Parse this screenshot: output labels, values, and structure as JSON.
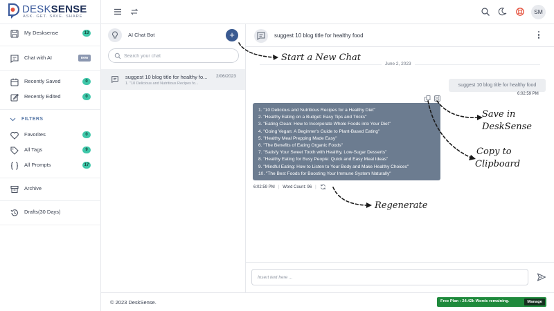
{
  "brand": {
    "name_part1": "DESK",
    "name_part2": "SENSE",
    "tagline": "ASK. GET. SAVE. SHARE"
  },
  "sidebar": {
    "items": [
      {
        "label": "My Desksense",
        "badge": "13"
      },
      {
        "label": "Chat with AI",
        "badge": "new"
      },
      {
        "label": "Recently Saved",
        "badge": "0"
      },
      {
        "label": "Recently Edited",
        "badge": "0"
      }
    ],
    "filters_heading": "FILTERS",
    "filters": [
      {
        "label": "Favorites",
        "badge": "0"
      },
      {
        "label": "All Tags",
        "badge": "9"
      },
      {
        "label": "All Prompts",
        "badge": "17"
      }
    ],
    "archive_label": "Archive",
    "drafts_label": "Drafts(30 Days)"
  },
  "topbar": {
    "avatar_initials": "SM"
  },
  "chat_list": {
    "title": "AI Chat Bot",
    "search_placeholder": "Search your chat",
    "items": [
      {
        "title": "suggest 10 blog title for healthy fo...",
        "date": "2/06/2023",
        "snippet": "1. \"10 Delicious and Nutritious Recipes fo..."
      }
    ]
  },
  "conversation": {
    "title": "suggest 10 blog title for healthy food",
    "date_separator": "June 2, 2023",
    "user_message": "suggest 10 blog title for healthy food",
    "user_time": "6:02:59 PM",
    "bot_lines": [
      "1. \"10 Delicious and Nutritious Recipes for a Healthy Diet\"",
      "2. \"Healthy Eating on a Budget: Easy Tips and Tricks\"",
      "3. \"Eating Clean: How to Incorporate Whole Foods into Your Diet\"",
      "4. \"Going Vegan: A Beginner's Guide to Plant-Based Eating\"",
      "5. \"Healthy Meal Prepping Made Easy\"",
      "6. \"The Benefits of Eating Organic Foods\"",
      "7. \"Satisfy Your Sweet Tooth with Healthy, Low-Sugar Desserts\"",
      "8. \"Healthy Eating for Busy People: Quick and Easy Meal Ideas\"",
      "9. \"Mindful Eating: How to Listen to Your Body and Make Healthy Choices\"",
      "10. \"The Best Foods for Boosting Your Immune System Naturally\""
    ],
    "bot_time": "6:02:59 PM",
    "word_count": "Word Count: 96",
    "input_placeholder": "Insert text here ..."
  },
  "footer": {
    "copyright": "© 2023 DeskSense.",
    "plan_text": "Free Plan : 24.42k Words remaining.",
    "manage_label": "Manage"
  },
  "annotations": {
    "start_new_chat": "Start a New Chat",
    "save_line1": "Save in",
    "save_line2": "DeskSense",
    "copy_line1": "Copy to",
    "copy_line2": "Clipboard",
    "regenerate": "Regenerate"
  },
  "colors": {
    "brand_dark": "#1e2f57",
    "brand_accent": "#3a5a91",
    "badge_green": "#3fc7a9",
    "bot_bubble": "#6c7c90",
    "plan_green": "#1f8a3c"
  }
}
